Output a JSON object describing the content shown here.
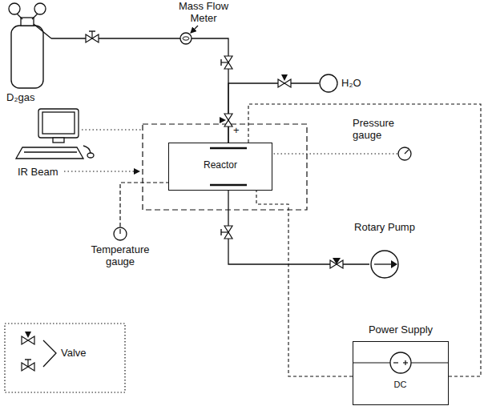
{
  "diagram": {
    "nodes": [
      {
        "text": [
          "D₂gas"
        ]
      },
      {
        "text": [
          "H₂O"
        ]
      },
      {
        "text": [
          "Reactor"
        ]
      },
      {
        "text": [
          "Pressure gauge"
        ]
      },
      {
        "text": [
          "Temperature gauge"
        ]
      },
      {
        "text": [
          "Rotary Pump"
        ]
      },
      {
        "text": [
          "Power Supply",
          "DC"
        ]
      }
    ],
    "edges": [
      {
        "from": 0,
        "to": 2,
        "arrow": "none"
      },
      {
        "from": 1,
        "to": 2,
        "arrow": "none"
      },
      {
        "from": 3,
        "to": 2,
        "arrow": "none"
      },
      {
        "from": 4,
        "to": 2,
        "arrow": "none"
      },
      {
        "from": 2,
        "to": 5,
        "arrow": "none"
      },
      {
        "from": 6,
        "to": 2,
        "arrow": "none"
      },
      {
        "from": 6,
        "to": 2,
        "arrow": "none"
      }
    ],
    "labels": [
      "Mass Flow Meter",
      "IR Beam",
      "+"
    ],
    "legend": [
      {
        "text": "Valve"
      }
    ]
  }
}
